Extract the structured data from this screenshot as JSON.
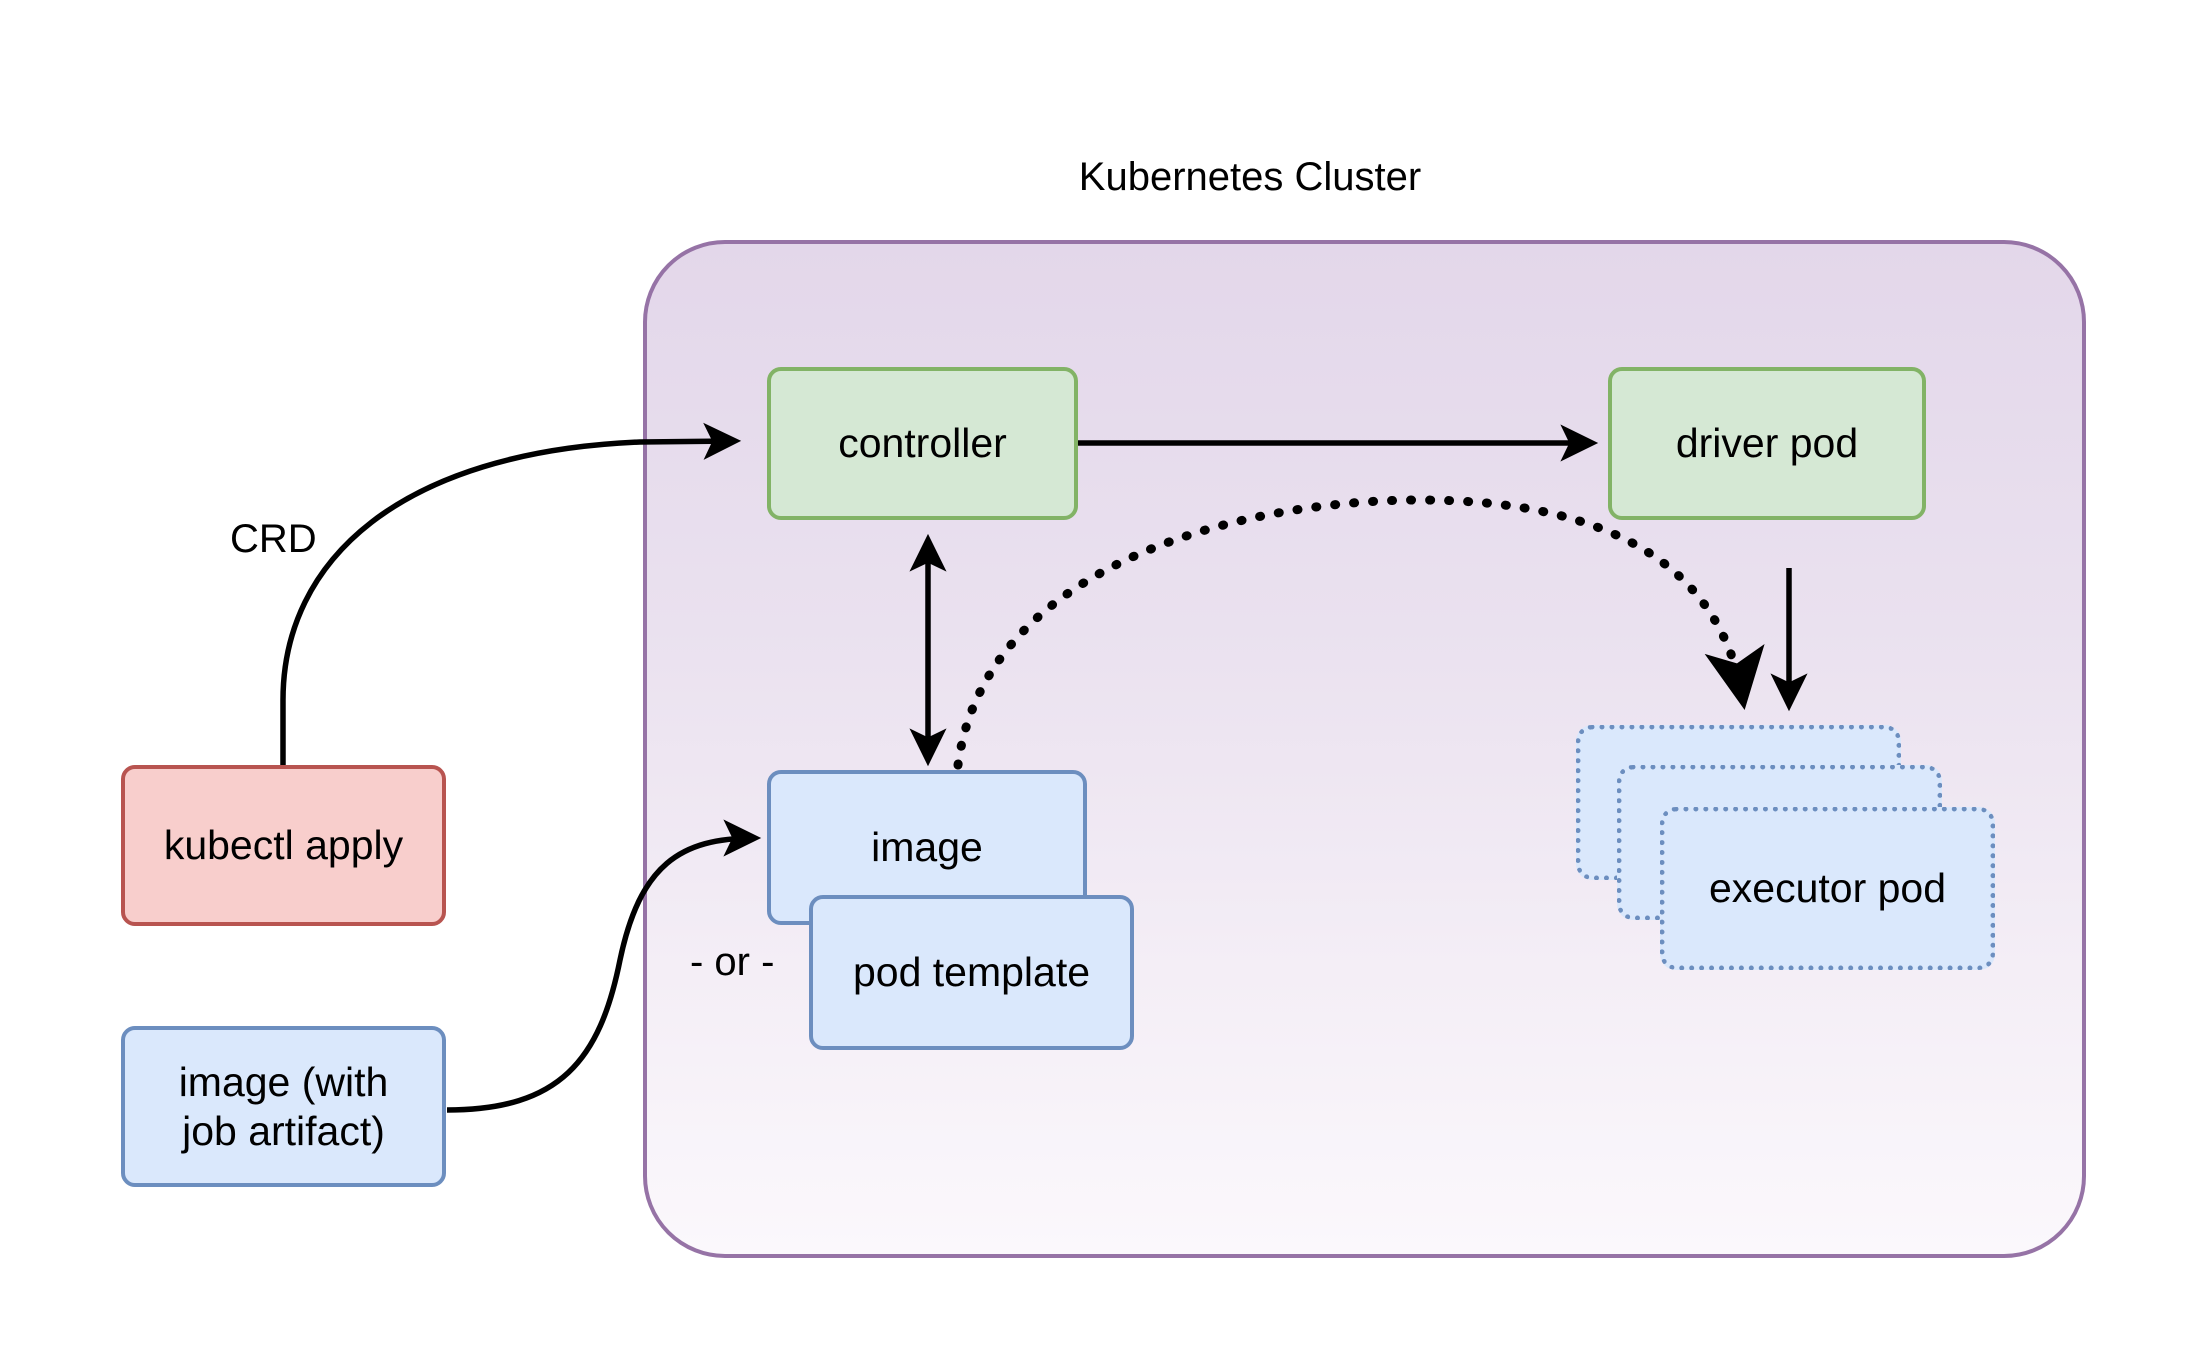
{
  "diagram": {
    "title": "Kubernetes Cluster",
    "cluster_border_color": "#9673a6",
    "cluster_fill_color": "#e1d5e7"
  },
  "nodes": {
    "kubectl_apply": {
      "label": "kubectl apply",
      "fill": "#f8cecc",
      "stroke": "#b85450"
    },
    "image_with_job_artifact": {
      "label": "image (with\njob artifact)",
      "fill": "#dae8fc",
      "stroke": "#6c8ebf"
    },
    "controller": {
      "label": "controller",
      "fill": "#d5e8d4",
      "stroke": "#82b366"
    },
    "driver_pod": {
      "label": "driver pod",
      "fill": "#d5e8d4",
      "stroke": "#82b366"
    },
    "image": {
      "label": "image",
      "fill": "#dae8fc",
      "stroke": "#6c8ebf"
    },
    "pod_template": {
      "label": "pod template",
      "fill": "#dae8fc",
      "stroke": "#6c8ebf"
    },
    "executor_pod_back": {
      "label": "executor pod",
      "fill": "#dae8fc",
      "stroke": "#6c8ebf"
    },
    "executor_pod_middle": {
      "label": "executor pod",
      "fill": "#dae8fc",
      "stroke": "#6c8ebf"
    },
    "executor_pod_front": {
      "label": "executor pod",
      "fill": "#dae8fc",
      "stroke": "#6c8ebf"
    }
  },
  "labels": {
    "crd": "CRD",
    "or": "- or -"
  },
  "edges": [
    {
      "name": "kubectl-apply-to-controller",
      "label": "CRD",
      "style": "solid",
      "arrow": "single"
    },
    {
      "name": "controller-to-driver-pod",
      "label": "",
      "style": "solid",
      "arrow": "single"
    },
    {
      "name": "controller-to-image",
      "label": "",
      "style": "solid",
      "arrow": "double"
    },
    {
      "name": "image-to-executor-pod",
      "label": "",
      "style": "dotted",
      "arrow": "single"
    },
    {
      "name": "driver-pod-to-executor-pod",
      "label": "",
      "style": "solid",
      "arrow": "single"
    },
    {
      "name": "image-artifact-to-image",
      "label": "",
      "style": "solid",
      "arrow": "single"
    }
  ]
}
